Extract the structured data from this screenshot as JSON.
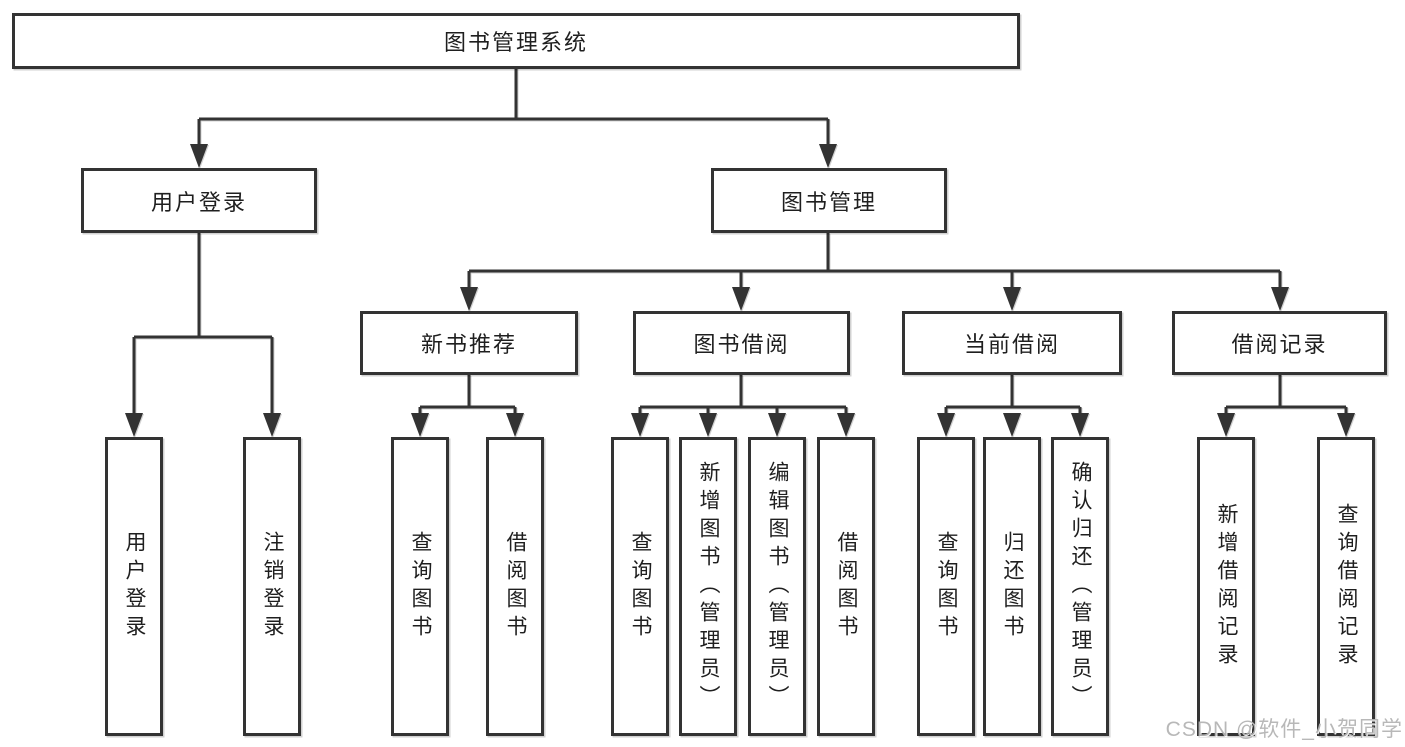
{
  "colors": {
    "line": "#333333",
    "text": "#1f1f1f",
    "watermark": "#b5b5b5",
    "background": "#ffffff"
  },
  "watermark": "CSDN @软件_小贺同学",
  "diagram": {
    "root": {
      "label": "图书管理系统"
    },
    "branches": [
      {
        "label": "用户登录",
        "children": [
          {
            "label": "用户登录"
          },
          {
            "label": "注销登录"
          }
        ]
      },
      {
        "label": "图书管理",
        "sections": [
          {
            "label": "新书推荐",
            "children": [
              {
                "label": "查询图书"
              },
              {
                "label": "借阅图书"
              }
            ]
          },
          {
            "label": "图书借阅",
            "children": [
              {
                "label": "查询图书"
              },
              {
                "label": "新增图书（管理员）"
              },
              {
                "label": "编辑图书（管理员）"
              },
              {
                "label": "借阅图书"
              }
            ]
          },
          {
            "label": "当前借阅",
            "children": [
              {
                "label": "查询图书"
              },
              {
                "label": "归还图书"
              },
              {
                "label": "确认归还（管理员）"
              }
            ]
          },
          {
            "label": "借阅记录",
            "children": [
              {
                "label": "新增借阅记录"
              },
              {
                "label": "查询借阅记录"
              }
            ]
          }
        ]
      }
    ]
  }
}
